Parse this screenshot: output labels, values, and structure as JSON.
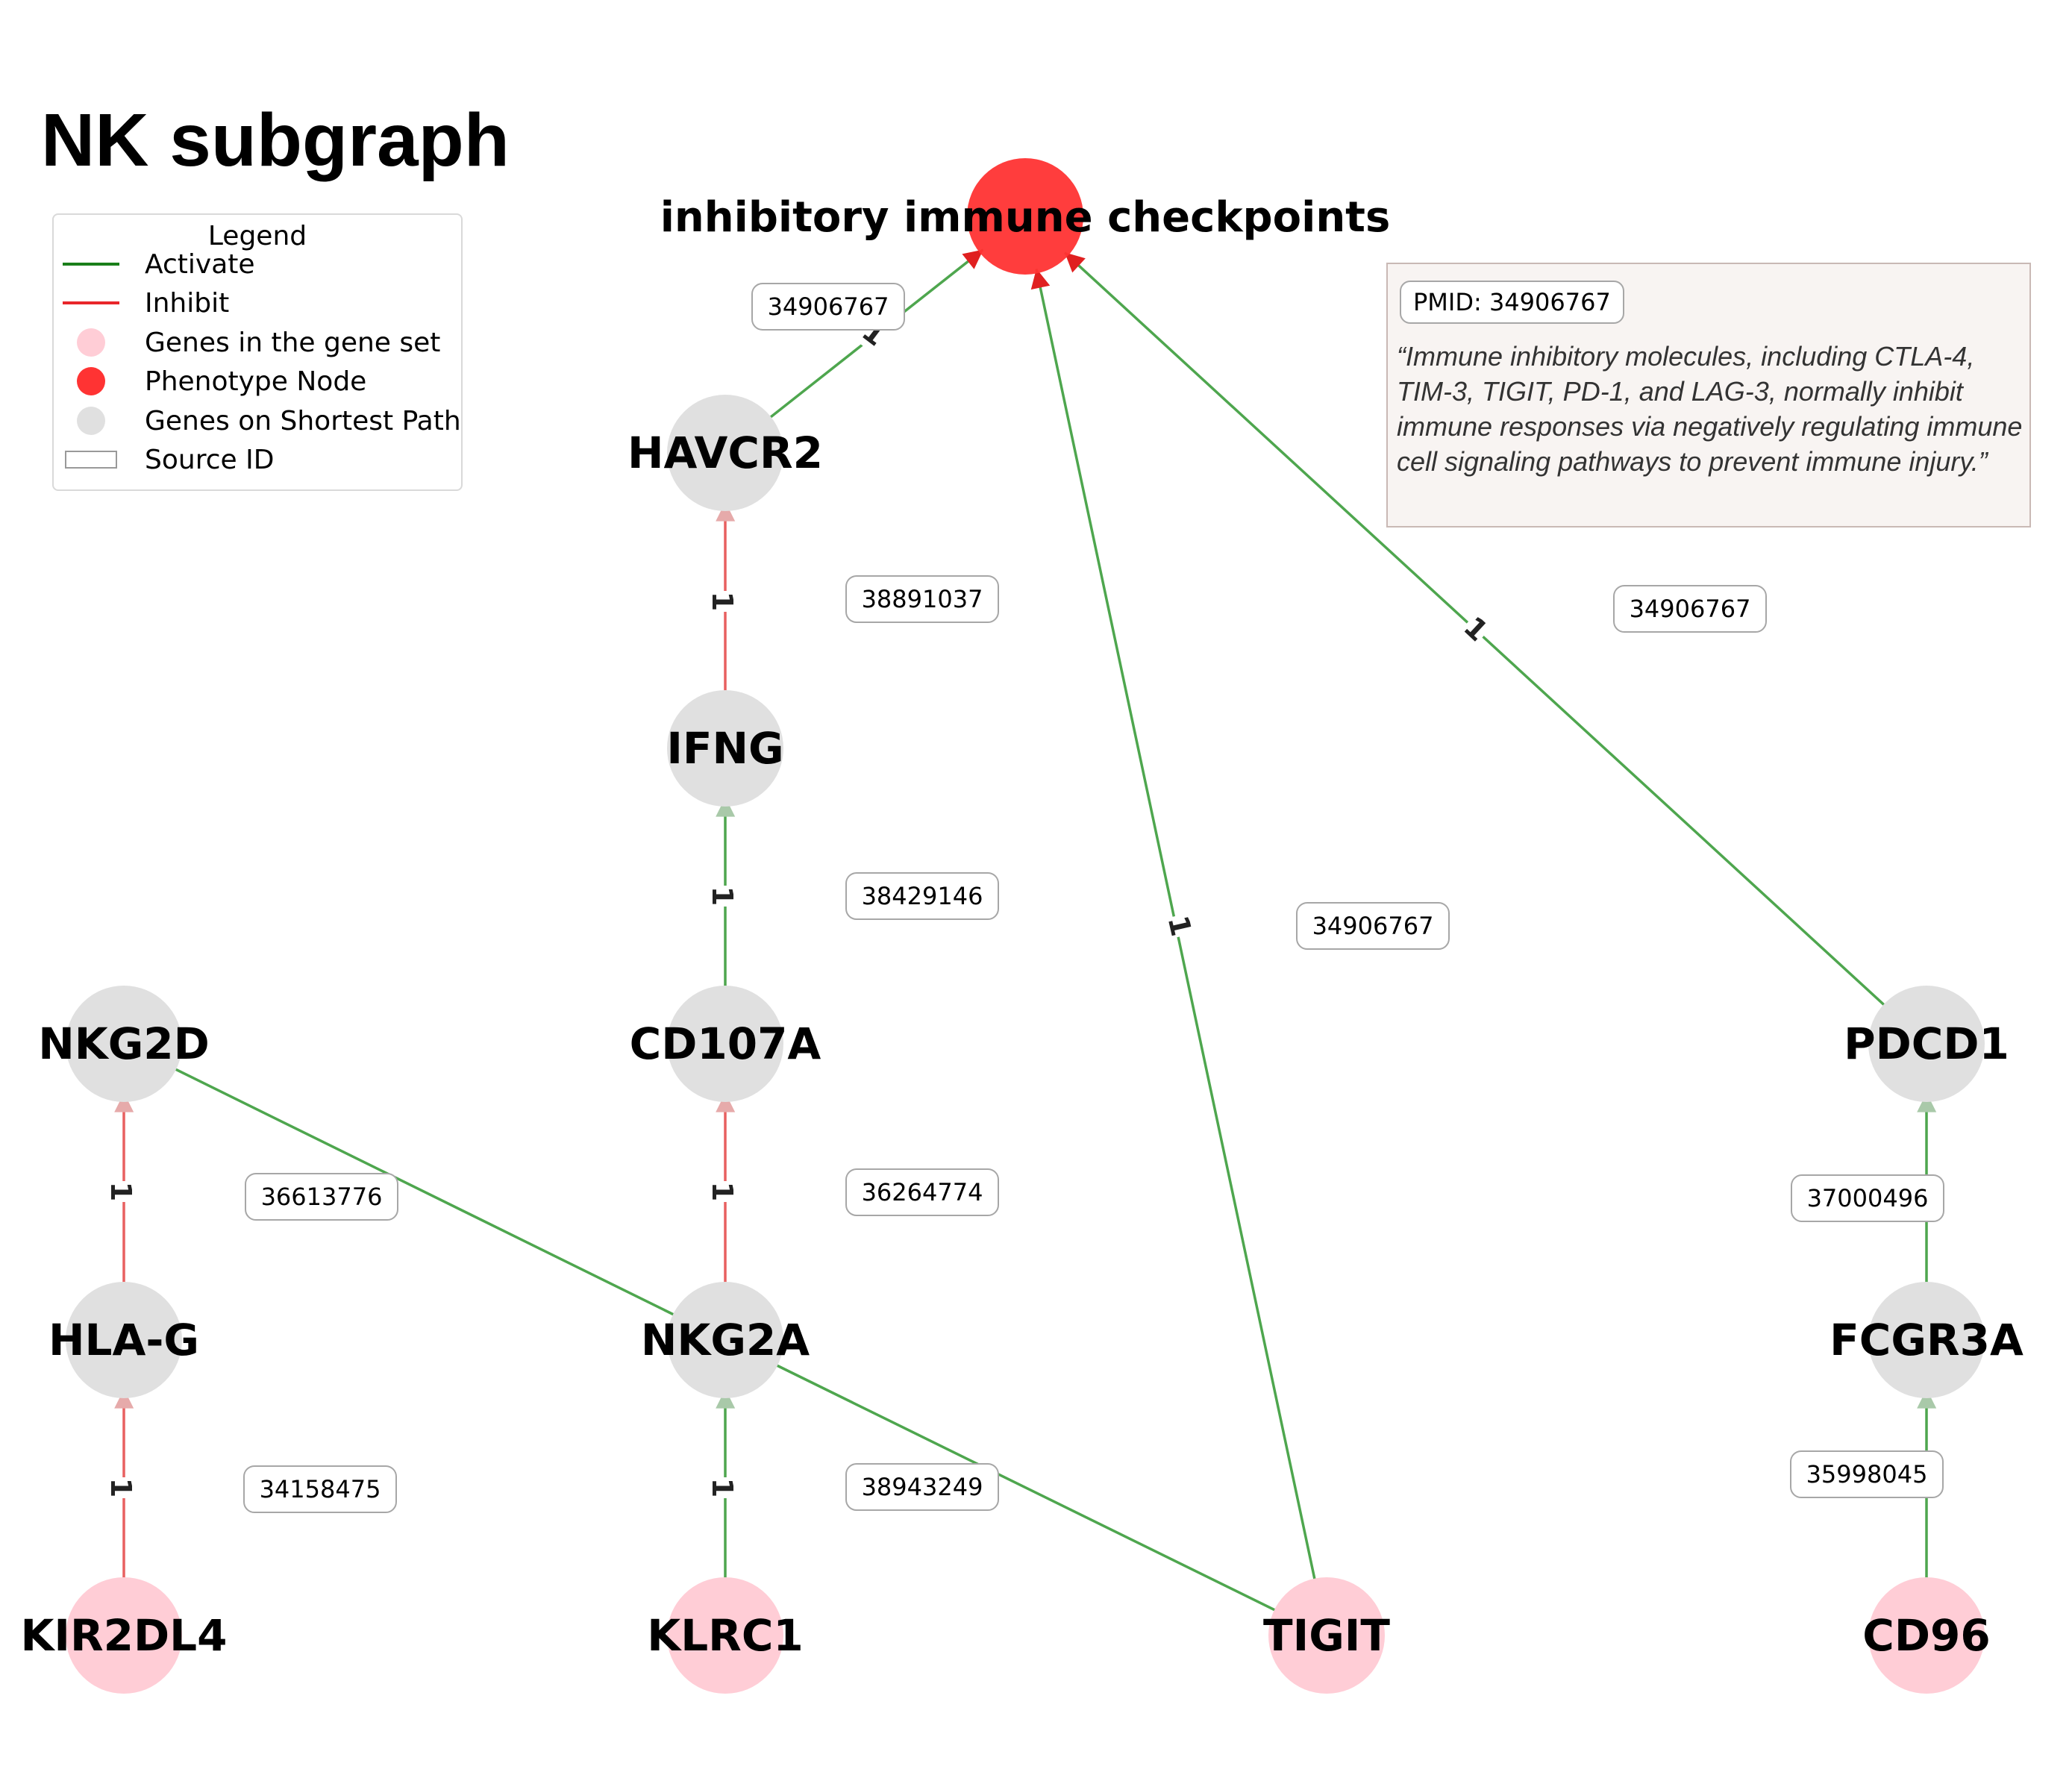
{
  "title": "NK subgraph",
  "legend": {
    "title": "Legend",
    "items": [
      {
        "label": "Activate",
        "kind": "line",
        "color": "#1a7f1a"
      },
      {
        "label": "Inhibit",
        "kind": "line",
        "color": "#e8262b"
      },
      {
        "label": "Genes in the gene set",
        "kind": "dot",
        "color": "#ffcdd6"
      },
      {
        "label": "Phenotype Node",
        "kind": "dot",
        "color": "#ff3333"
      },
      {
        "label": "Genes on Shortest Path",
        "kind": "dot",
        "color": "#e0e0e0"
      },
      {
        "label": "Source ID",
        "kind": "box",
        "color": "#ffffff"
      }
    ]
  },
  "colors": {
    "activate": "#4ea64e",
    "inhibit": "#e86060",
    "gene_set": "#ffcdd6",
    "phenotype": "#ff3333",
    "shortest_path": "#e0e0e0"
  },
  "nodes": [
    {
      "id": "inhibitory immune checkpoints",
      "type": "phenotype"
    },
    {
      "id": "HAVCR2",
      "type": "shortest_path"
    },
    {
      "id": "IFNG",
      "type": "shortest_path"
    },
    {
      "id": "CD107A",
      "type": "shortest_path"
    },
    {
      "id": "NKG2D",
      "type": "shortest_path"
    },
    {
      "id": "HLA-G",
      "type": "shortest_path"
    },
    {
      "id": "NKG2A",
      "type": "shortest_path"
    },
    {
      "id": "PDCD1",
      "type": "shortest_path"
    },
    {
      "id": "FCGR3A",
      "type": "shortest_path"
    },
    {
      "id": "KIR2DL4",
      "type": "gene_set"
    },
    {
      "id": "KLRC1",
      "type": "gene_set"
    },
    {
      "id": "TIGIT",
      "type": "gene_set"
    },
    {
      "id": "CD96",
      "type": "gene_set"
    }
  ],
  "edges": [
    {
      "from": "HAVCR2",
      "to": "inhibitory immune checkpoints",
      "type": "activate",
      "weight": "1",
      "source_id": "34906767"
    },
    {
      "from": "TIGIT",
      "to": "inhibitory immune checkpoints",
      "type": "activate",
      "weight": "1",
      "source_id": "34906767"
    },
    {
      "from": "PDCD1",
      "to": "inhibitory immune checkpoints",
      "type": "activate",
      "weight": "1",
      "source_id": "34906767"
    },
    {
      "from": "IFNG",
      "to": "HAVCR2",
      "type": "inhibit",
      "weight": "1",
      "source_id": "38891037"
    },
    {
      "from": "CD107A",
      "to": "IFNG",
      "type": "activate",
      "weight": "1",
      "source_id": "38429146"
    },
    {
      "from": "NKG2A",
      "to": "CD107A",
      "type": "inhibit",
      "weight": "1",
      "source_id": "36264774"
    },
    {
      "from": "HLA-G",
      "to": "NKG2D",
      "type": "inhibit",
      "weight": "1",
      "source_id": "36613776"
    },
    {
      "from": "KIR2DL4",
      "to": "HLA-G",
      "type": "inhibit",
      "weight": "1",
      "source_id": "34158475"
    },
    {
      "from": "KLRC1",
      "to": "NKG2A",
      "type": "activate",
      "weight": "1",
      "source_id": "38943249"
    },
    {
      "from": "FCGR3A",
      "to": "PDCD1",
      "type": "activate",
      "weight": "1",
      "source_id": "37000496"
    },
    {
      "from": "CD96",
      "to": "FCGR3A",
      "type": "activate",
      "weight": "1",
      "source_id": "35998045"
    },
    {
      "from": "NKG2D",
      "to": "NKG2A",
      "type": "activate",
      "weight": "",
      "source_id": ""
    },
    {
      "from": "NKG2A",
      "to": "TIGIT",
      "type": "activate",
      "weight": "",
      "source_id": ""
    }
  ],
  "evidence": {
    "pmid_label": "PMID: 34906767",
    "quote": "“Immune inhibitory molecules, including CTLA-4, TIM-3, TIGIT, PD-1, and LAG-3, normally inhibit immune responses via negatively regulating immune cell signaling pathways to prevent immune injury.”"
  }
}
